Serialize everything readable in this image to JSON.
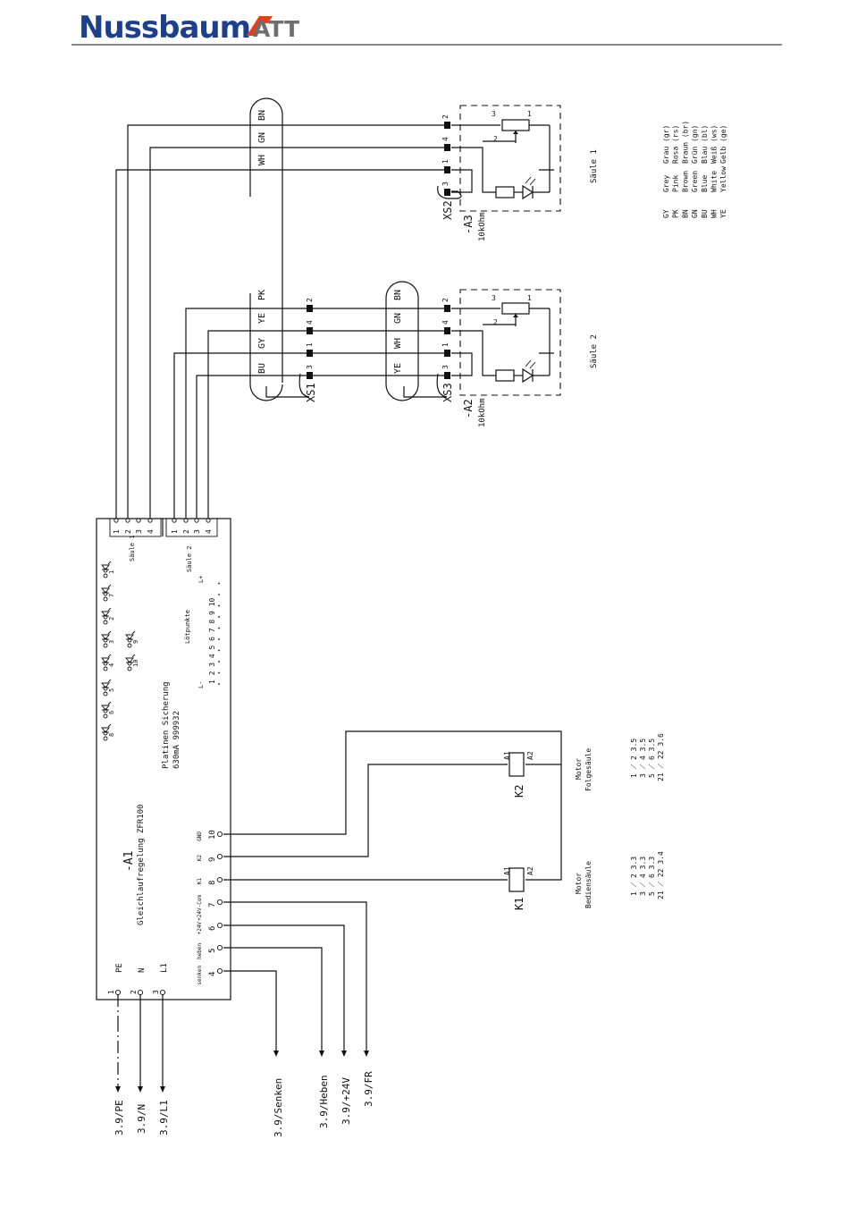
{
  "header": {
    "brand_name": "Nussbaum",
    "brand_secondary": "ATT",
    "brand_color": "#1e3f8a",
    "accent_color": "#e2401c",
    "secondary_color": "#6e6e6e"
  },
  "col1": {
    "plug": "XS2",
    "module": "-A3",
    "resistance": "10kOhm",
    "title": "Säule 1",
    "cable_colors": [
      "WH",
      "GN",
      "BN"
    ],
    "pins": [
      "2",
      "4",
      "1",
      "3"
    ],
    "pot_pins": [
      "3",
      "2",
      "1"
    ]
  },
  "col2": {
    "plug": "XS3",
    "module": "-A2",
    "resistance": "10kOhm",
    "title": "Säule 2",
    "cable_colors": [
      "YE",
      "WH",
      "GN",
      "BN"
    ],
    "pins": [
      "2",
      "4",
      "1",
      "3"
    ],
    "pot_pins": [
      "3",
      "2",
      "1"
    ]
  },
  "cable_xs1": {
    "plug": "XS1",
    "colors": [
      "BU",
      "GY",
      "YE",
      "PK"
    ],
    "pins": [
      "2",
      "4",
      "1",
      "3"
    ]
  },
  "color_legend": [
    {
      "code": "GY",
      "en": "Grey",
      "de": "Grau (gr)"
    },
    {
      "code": "PK",
      "en": "Pink",
      "de": "Rosa (rs)"
    },
    {
      "code": "BN",
      "en": "Brown",
      "de": "Braun (br)"
    },
    {
      "code": "GN",
      "en": "Green",
      "de": "Grün (gn)"
    },
    {
      "code": "BU",
      "en": "Blue",
      "de": "Blau (bl)"
    },
    {
      "code": "WH",
      "en": "White",
      "de": "Weiß (ws)"
    },
    {
      "code": "YE",
      "en": "Yellow",
      "de": "Gelb (ge)"
    }
  ],
  "controller": {
    "name": "-A1",
    "desc": "Gleichlaufregelung ZFR100",
    "fuse_title": "Platinen Sicherung",
    "fuse_value": "630mA 999932",
    "top_terminals_s1": [
      "1",
      "2",
      "3",
      "4"
    ],
    "top_terminals_s2": [
      "1",
      "2",
      "3",
      "4"
    ],
    "label_s1": "Säule 1",
    "label_s2": "Säule 2",
    "loetpunkte_label": "Lötpunkte",
    "loetpunkte_numbers": "1 2 3 4 5 6 7 8 9 10",
    "loetpunkte_lminus": "L-",
    "loetpunkte_lplus": "L+",
    "led_labels": [
      "1",
      "7",
      "2",
      "3",
      "4",
      "5",
      "6",
      "8",
      "9",
      "10"
    ],
    "power_terminals": [
      {
        "num": "1",
        "name": "PE"
      },
      {
        "num": "2",
        "name": "N"
      },
      {
        "num": "3",
        "name": "L1"
      }
    ],
    "side_terminals": [
      {
        "num": "10",
        "name": "GND"
      },
      {
        "num": "9",
        "name": "K2"
      },
      {
        "num": "8",
        "name": "K1"
      },
      {
        "num": "7",
        "name": "+24V-Com"
      },
      {
        "num": "6",
        "name": "+24V"
      },
      {
        "num": "5",
        "name": "heben"
      },
      {
        "num": "4",
        "name": "senken"
      }
    ]
  },
  "k2": {
    "name": "K2",
    "coil_a1": "A1",
    "coil_a2": "A2",
    "line1": "Motor",
    "line2": "Folgesäule",
    "contacts": [
      "1 ⟋ 2 3.5",
      "3 ⟋ 4 3.5",
      "5 ⟋ 6 3.5",
      "21 ⟋ 22 3.6"
    ]
  },
  "k1": {
    "name": "K1",
    "coil_a1": "A1",
    "coil_a2": "A2",
    "line1": "Motor",
    "line2": "Bediensäule",
    "contacts": [
      "1 ⟋ 2 3.3",
      "3 ⟋ 4 3.3",
      "5 ⟋ 6 3.3",
      "21 ⟋ 22 3.4"
    ]
  },
  "references": {
    "pe": "3.9/PE",
    "n": "3.9/N",
    "l1": "3.9/L1",
    "senken": "3.9/Senken",
    "heben": "3.9/Heben",
    "p24": "3.9/+24V",
    "fr": "3.9/FR"
  }
}
